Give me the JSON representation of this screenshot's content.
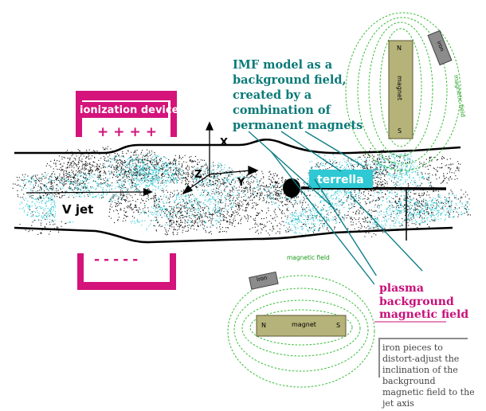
{
  "labels": {
    "imf": "IMF model as a background field, created by a combination of permanent magnets",
    "ionization_device": "ionization device",
    "plus_charges": "++++",
    "minus_charges": "-----",
    "v_jet": "V jet",
    "terrella": "terrella",
    "axis_x": "X",
    "axis_y": "Y",
    "axis_z": "Z",
    "plasma": "plasma background magnetic field",
    "iron_note": "iron pieces to distort-adjust the inclination of the background magnetic field to the jet axis"
  },
  "top_magnet": {
    "n": "N",
    "s": "S",
    "name": "magnet",
    "iron": "iron",
    "field": "magnetic field"
  },
  "bottom_magnet": {
    "n": "N",
    "s": "S",
    "name": "magnet",
    "iron": "iron",
    "field": "magnetic field"
  },
  "colors": {
    "magenta": "#d4137b",
    "teal_text": "#0a7a78",
    "teal_line": "#0e7f86",
    "cyan_plasma": "#2ec9d4",
    "field_green": "#33bb33",
    "magnet_fill": "#b6b37a",
    "iron_fill": "#8c8c8c"
  }
}
